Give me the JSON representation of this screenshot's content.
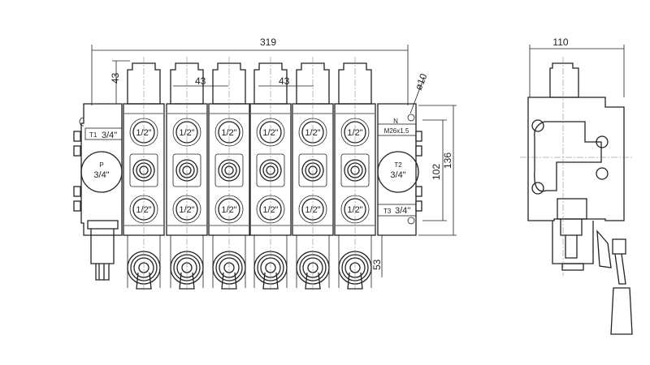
{
  "dimensions": {
    "overall_length": "319",
    "solenoid_height": "43",
    "section_pitch_1": "43",
    "section_pitch_2": "43",
    "mount_hole": "ø10",
    "mount_spacing": "102",
    "overall_height": "136",
    "coil_projection": "53",
    "side_width": "110"
  },
  "ports": {
    "work_port": "1/2\"",
    "inlet_letter": "P",
    "inlet_size": "3/4\"",
    "t1_letter": "T1",
    "t1_size": "3/4\"",
    "t2_letter": "T2",
    "t2_size": "3/4\"",
    "t3_letter": "T3",
    "t3_size": "3/4\"",
    "n_letter": "N",
    "thread": "M26x1.5"
  }
}
